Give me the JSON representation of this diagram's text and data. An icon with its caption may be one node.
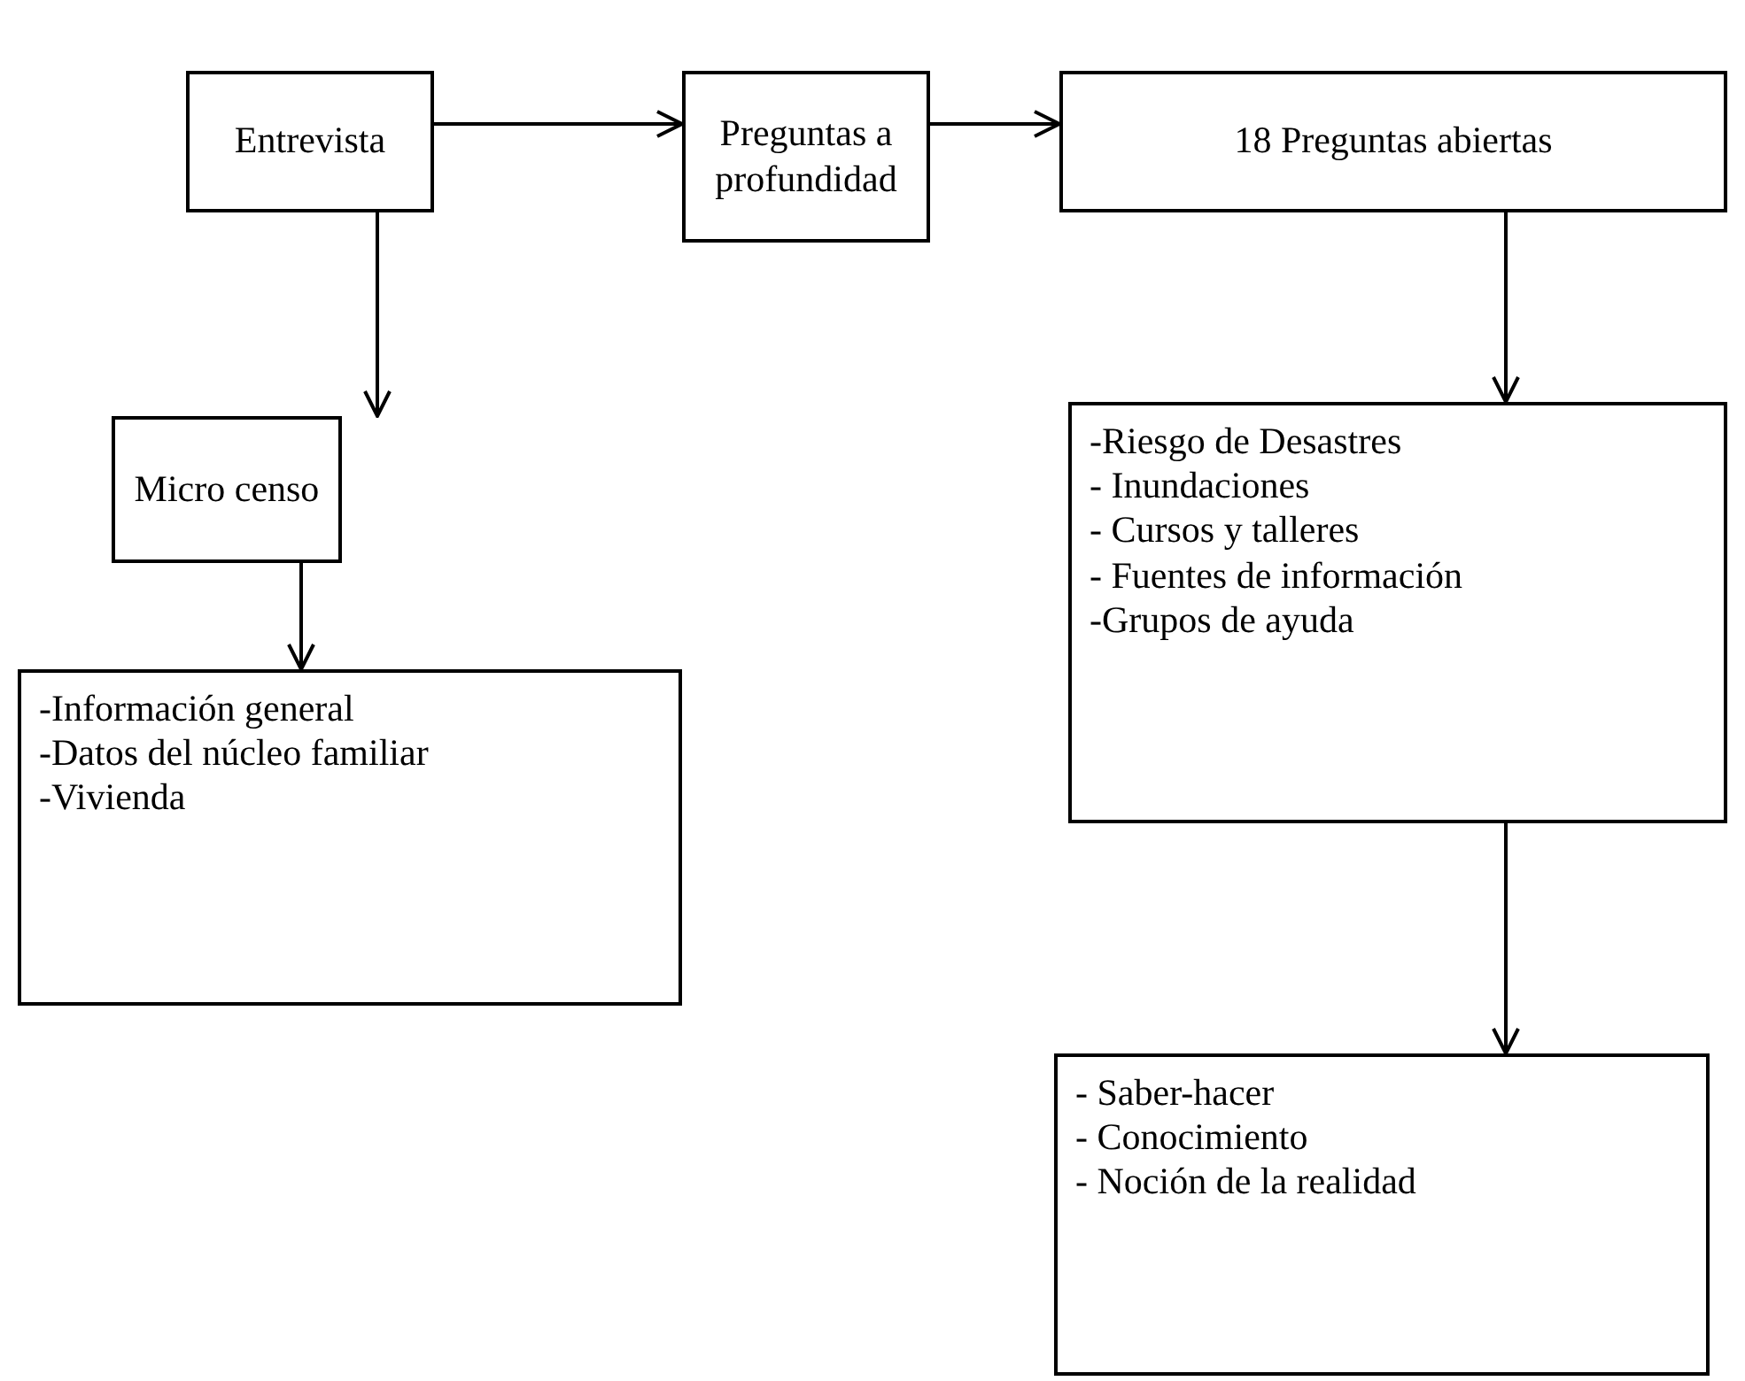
{
  "diagram": {
    "nodes": [
      {
        "text": [
          "Entrevista"
        ]
      },
      {
        "text": [
          "Preguntas a profundidad"
        ]
      },
      {
        "text": [
          "18 Preguntas abiertas"
        ]
      },
      {
        "text": [
          "Micro censo"
        ]
      },
      {
        "text": [
          "-Información general",
          "-Datos del núcleo familiar",
          "-Vivienda"
        ]
      },
      {
        "text": [
          "-Riesgo de Desastres",
          "- Inundaciones",
          "- Cursos y talleres",
          "- Fuentes de información",
          "-Grupos de ayuda"
        ]
      },
      {
        "text": [
          "- Saber-hacer",
          "- Conocimiento",
          "- Noción de la realidad"
        ]
      }
    ],
    "edges": [
      {
        "from": 0,
        "to": 1,
        "arrow": "to"
      },
      {
        "from": 1,
        "to": 2,
        "arrow": "to"
      },
      {
        "from": 0,
        "to": 3,
        "arrow": "to"
      },
      {
        "from": 3,
        "to": 4,
        "arrow": "to"
      },
      {
        "from": 2,
        "to": 5,
        "arrow": "to"
      },
      {
        "from": 5,
        "to": 6,
        "arrow": "to"
      }
    ]
  }
}
